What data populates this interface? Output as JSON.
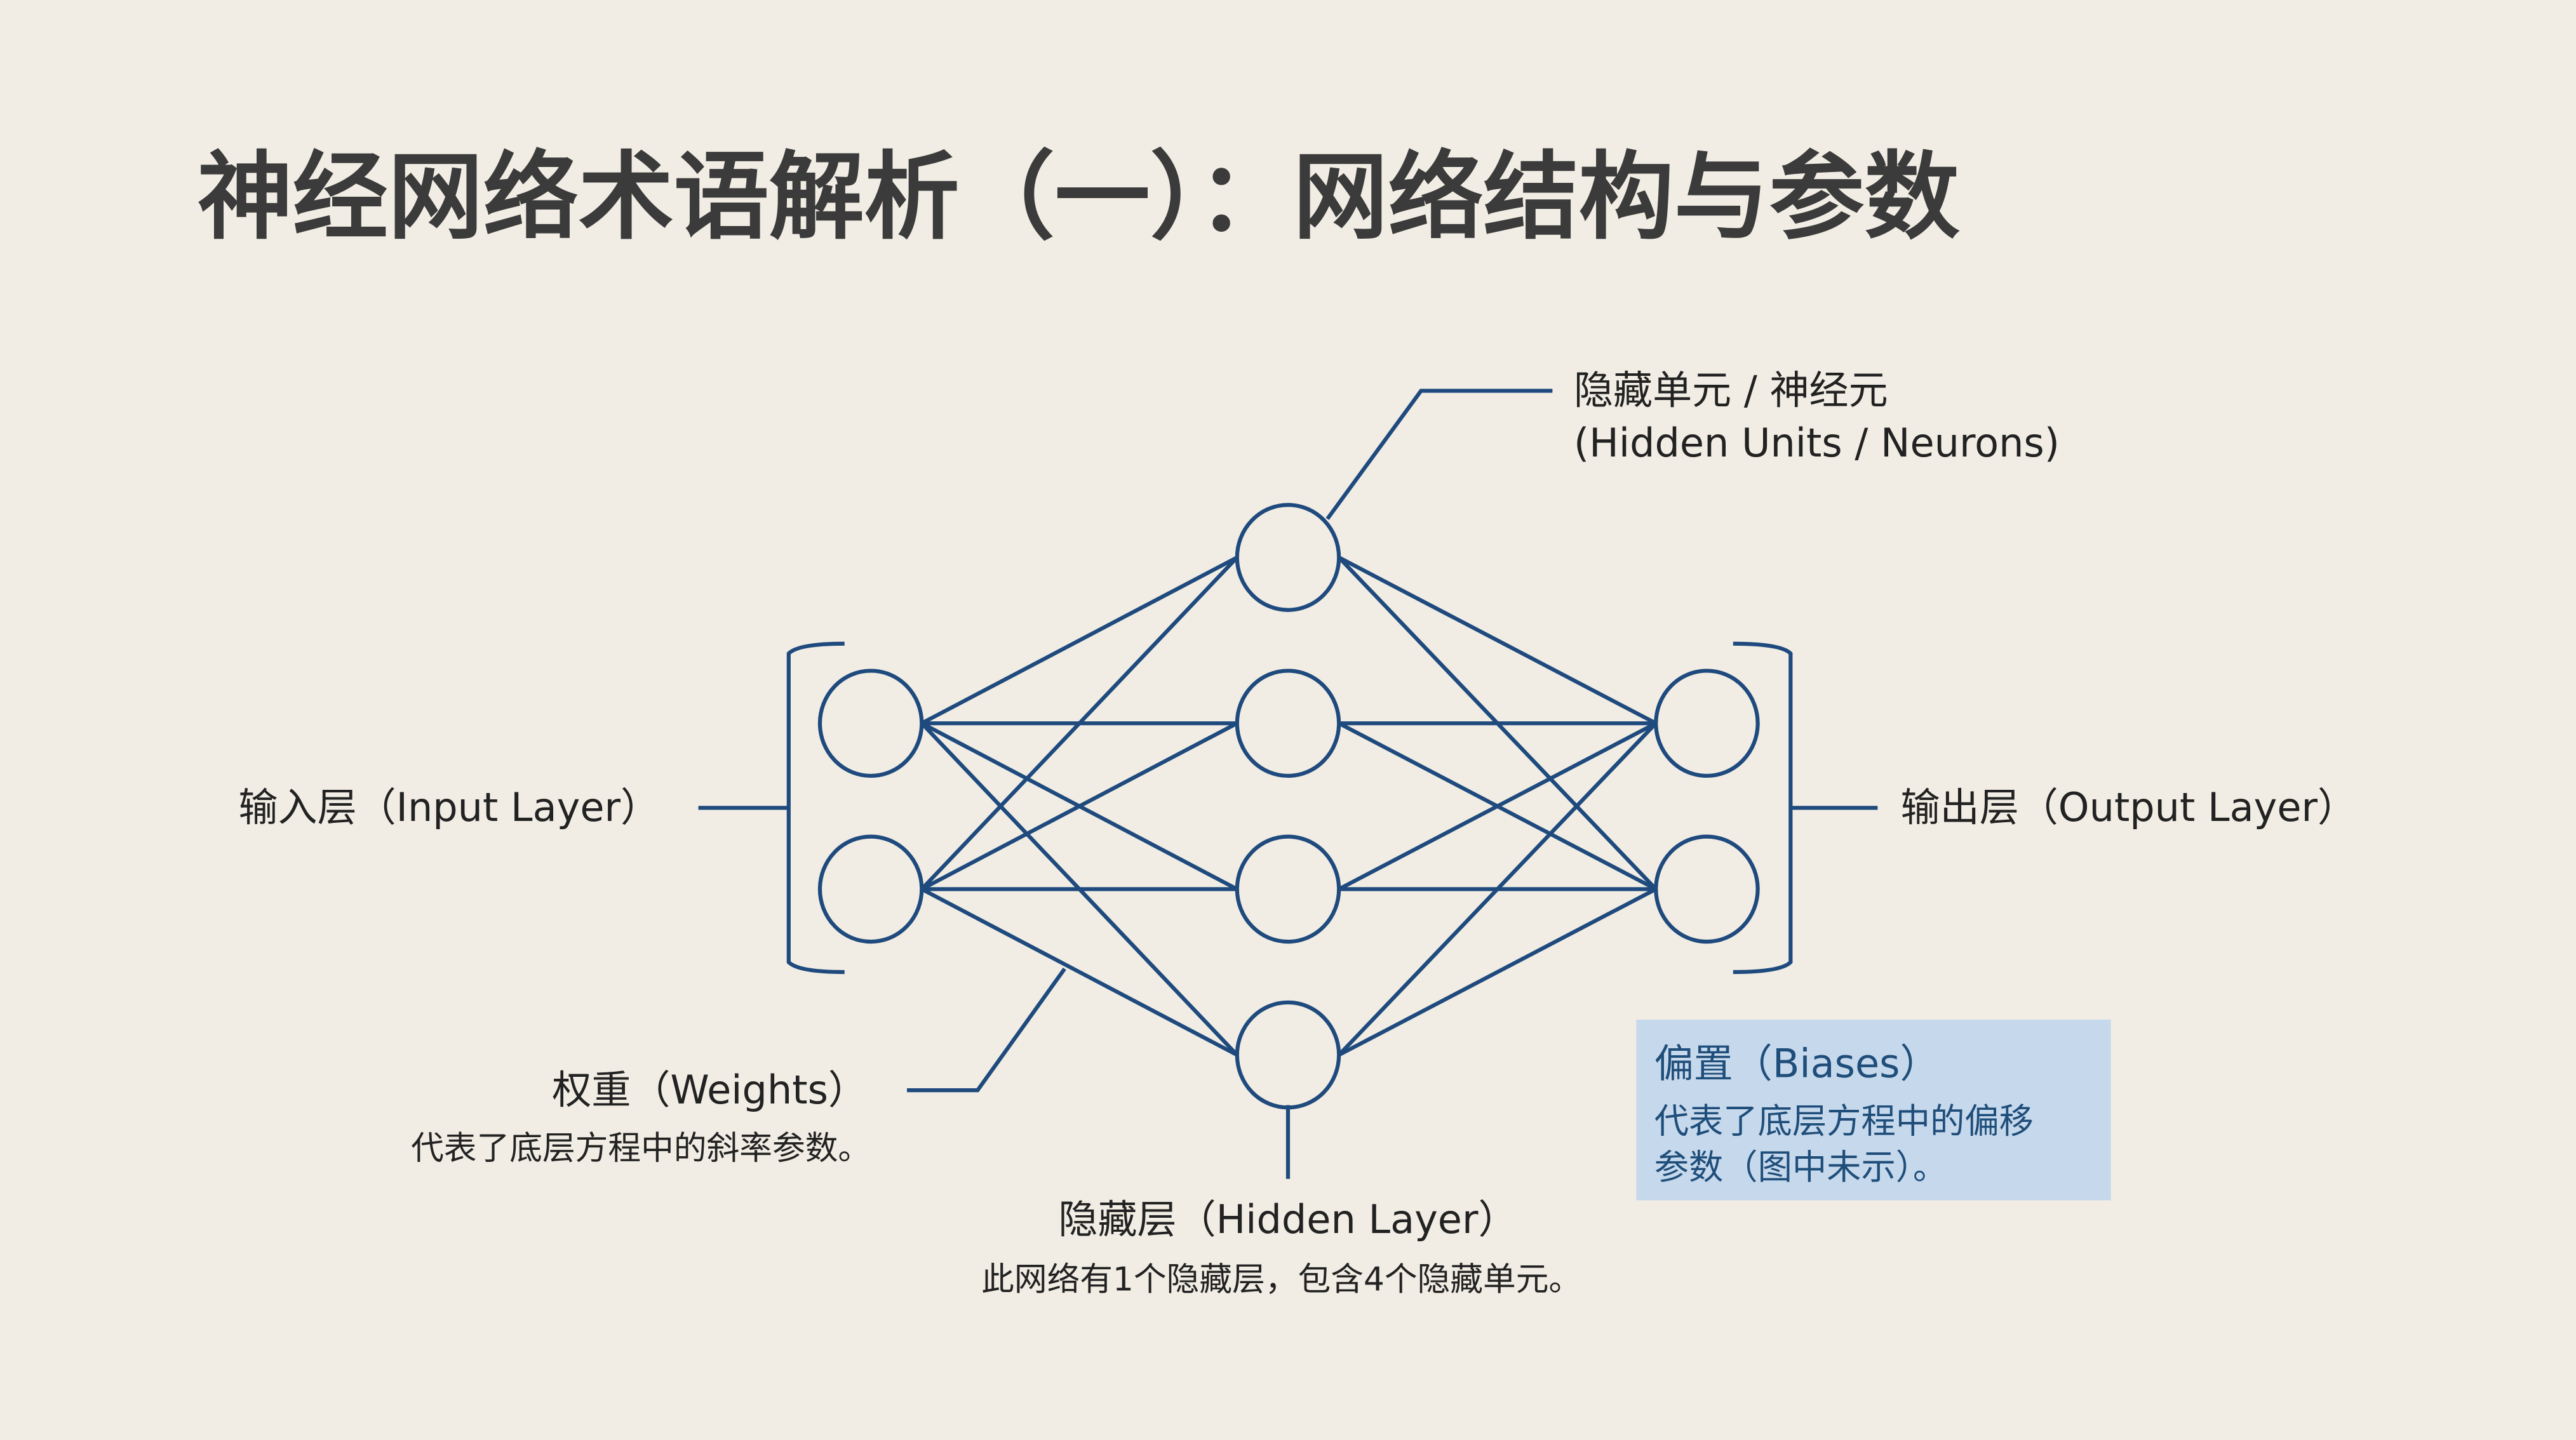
{
  "title": "神经网络术语解析（一）：网络结构与参数",
  "network": {
    "layers": [
      2,
      4,
      2
    ]
  },
  "labels": {
    "hidden_units_zh": "隐藏单元 / 神经元",
    "hidden_units_en": "(Hidden Units / Neurons)",
    "input_layer": "输入层（Input Layer）",
    "output_layer": "输出层（Output Layer）",
    "weights_title": "权重（Weights）",
    "weights_desc": "代表了底层方程中的斜率参数。",
    "hidden_layer_title": "隐藏层（Hidden Layer）",
    "hidden_layer_desc": "此网络有1个隐藏层，包含4个隐藏单元。",
    "biases_title": "偏置（Biases）",
    "biases_desc_1": "代表了底层方程中的偏移",
    "biases_desc_2": "参数（图中未示）。"
  },
  "colors": {
    "background": "#f1ede4",
    "line": "#1f4a7e",
    "bias_box": "#c6d8ec",
    "bias_text": "#1f4e7a"
  }
}
